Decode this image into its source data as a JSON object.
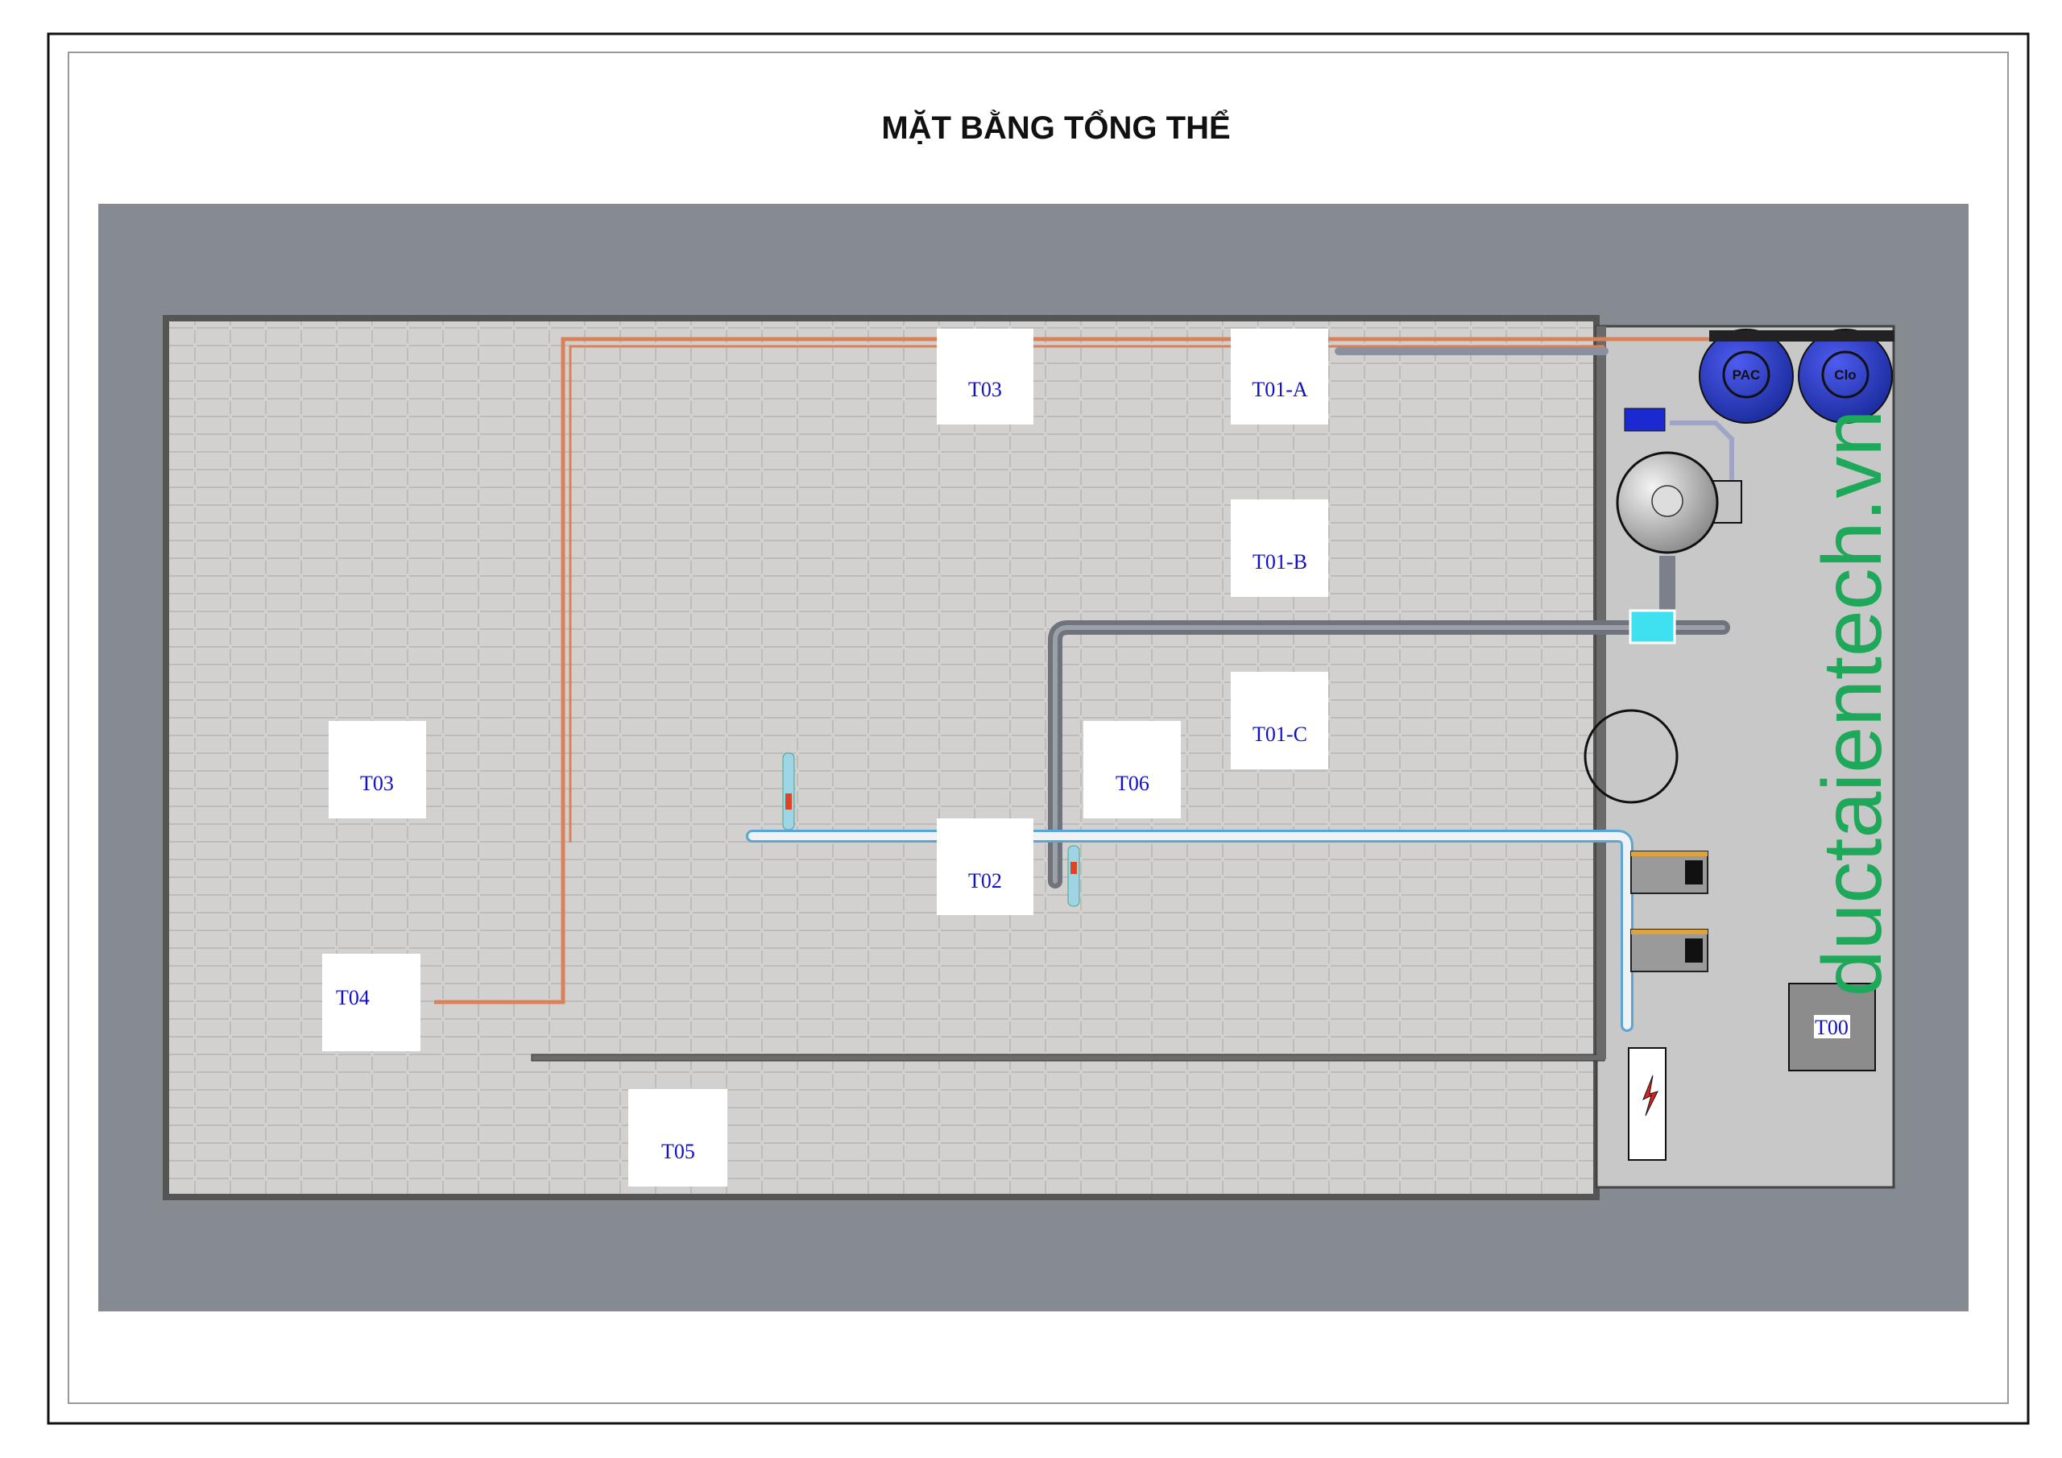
{
  "title": "MẶT BẰNG TỔNG THỂ",
  "watermark": "ductaientech.vn",
  "tank_labels": {
    "t03_top": "T03",
    "t01a": "T01-A",
    "t01b": "T01-B",
    "t01c": "T01-C",
    "t03_left": "T03",
    "t06": "T06",
    "t02": "T02",
    "t04": "T04",
    "t05": "T05",
    "t00": "T00"
  },
  "chemicals": {
    "pac": "PAC",
    "clo": "Clo"
  },
  "colors": {
    "background_gray": "#868b92",
    "floor": "#d3d1cf",
    "equipment_room": "#c8c8c8",
    "orange_pipe": "#d9825a",
    "watermark": "#1ea85a",
    "label_text": "#1010c8",
    "chem_tank": "#2a3bc8"
  }
}
